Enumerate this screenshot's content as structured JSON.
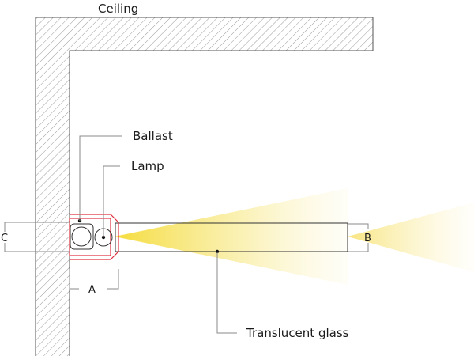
{
  "labels": {
    "ceiling": "Ceiling",
    "ballast": "Ballast",
    "lamp": "Lamp",
    "translucent_glass": "Translucent glass",
    "dim_a": "A",
    "dim_b": "B",
    "dim_c": "C"
  },
  "colors": {
    "fixture_outline": "#e0303e",
    "light_yellow": "#f5dc3c",
    "wall_outline": "#555555",
    "hatch": "#9a9a9a",
    "leader": "#8a8a8a"
  }
}
